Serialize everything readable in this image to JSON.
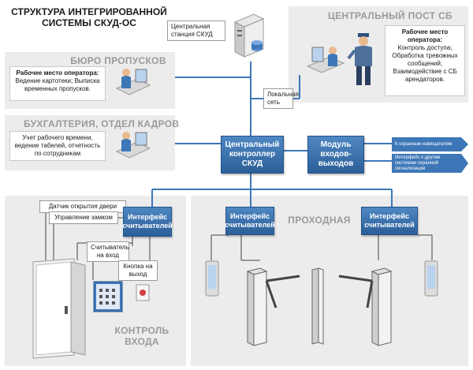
{
  "title": {
    "line1": "СТРУКТУРА ИНТЕГРИРОВАННОЙ",
    "line2": "СИСТЕМЫ СКУД-ОС"
  },
  "central_station": {
    "label": "Центральная станция СКУД"
  },
  "local_network": {
    "label": "Локальная сеть"
  },
  "security_post": {
    "title": "ЦЕНТРАЛЬНЫЙ ПОСТ СБ",
    "card_title": "Рабочее место оператора:",
    "card_text": "Контроль доступа; Обработка тревожных сообщений; Взаимодействие с СБ арендаторов."
  },
  "pass_office": {
    "title": "БЮРО ПРОПУСКОВ",
    "card_title": "Рабочее место оператора:",
    "card_text": "Ведение картотеки; Выписка временных пропусков."
  },
  "accounting": {
    "title": "БУХГАЛТЕРИЯ, ОТДЕЛ КАДРОВ",
    "card_text": "Учет рабочего времени, ведение табелей, отчетность по сотрудникам"
  },
  "controller": {
    "label": "Центральный контроллер СКУД"
  },
  "io_module": {
    "label": "Модуль входов-выходов"
  },
  "outputs": {
    "to_guard_sensors": "К охранным извещателям",
    "to_other_systems": "Интерфейс к другим системам охранной сигнализации"
  },
  "entry_control": {
    "title": "КОНТРОЛЬ ВХОДА",
    "door_sensor": "Датчик открытия двери",
    "lock_control": "Управление замком",
    "reader_in": "Считыватель на вход",
    "exit_button": "Кнопка на выход",
    "reader_interface": "Интерфейс считывателей"
  },
  "checkpoint": {
    "title": "ПРОХОДНАЯ",
    "reader_interface_left": "Интерфейс считывателей",
    "reader_interface_right": "Интерфейс считывателей"
  },
  "colors": {
    "accent_blue": "#2c5f98",
    "panel_gray": "#ececec",
    "title_gray": "#9a9a9a",
    "wire_blue": "#3d77b8"
  },
  "icons": [
    "server-icon",
    "operator-workstation-icon",
    "security-guard-icon",
    "door-icon",
    "keypad-icon",
    "card-reader-icon",
    "turnstile-icon"
  ]
}
